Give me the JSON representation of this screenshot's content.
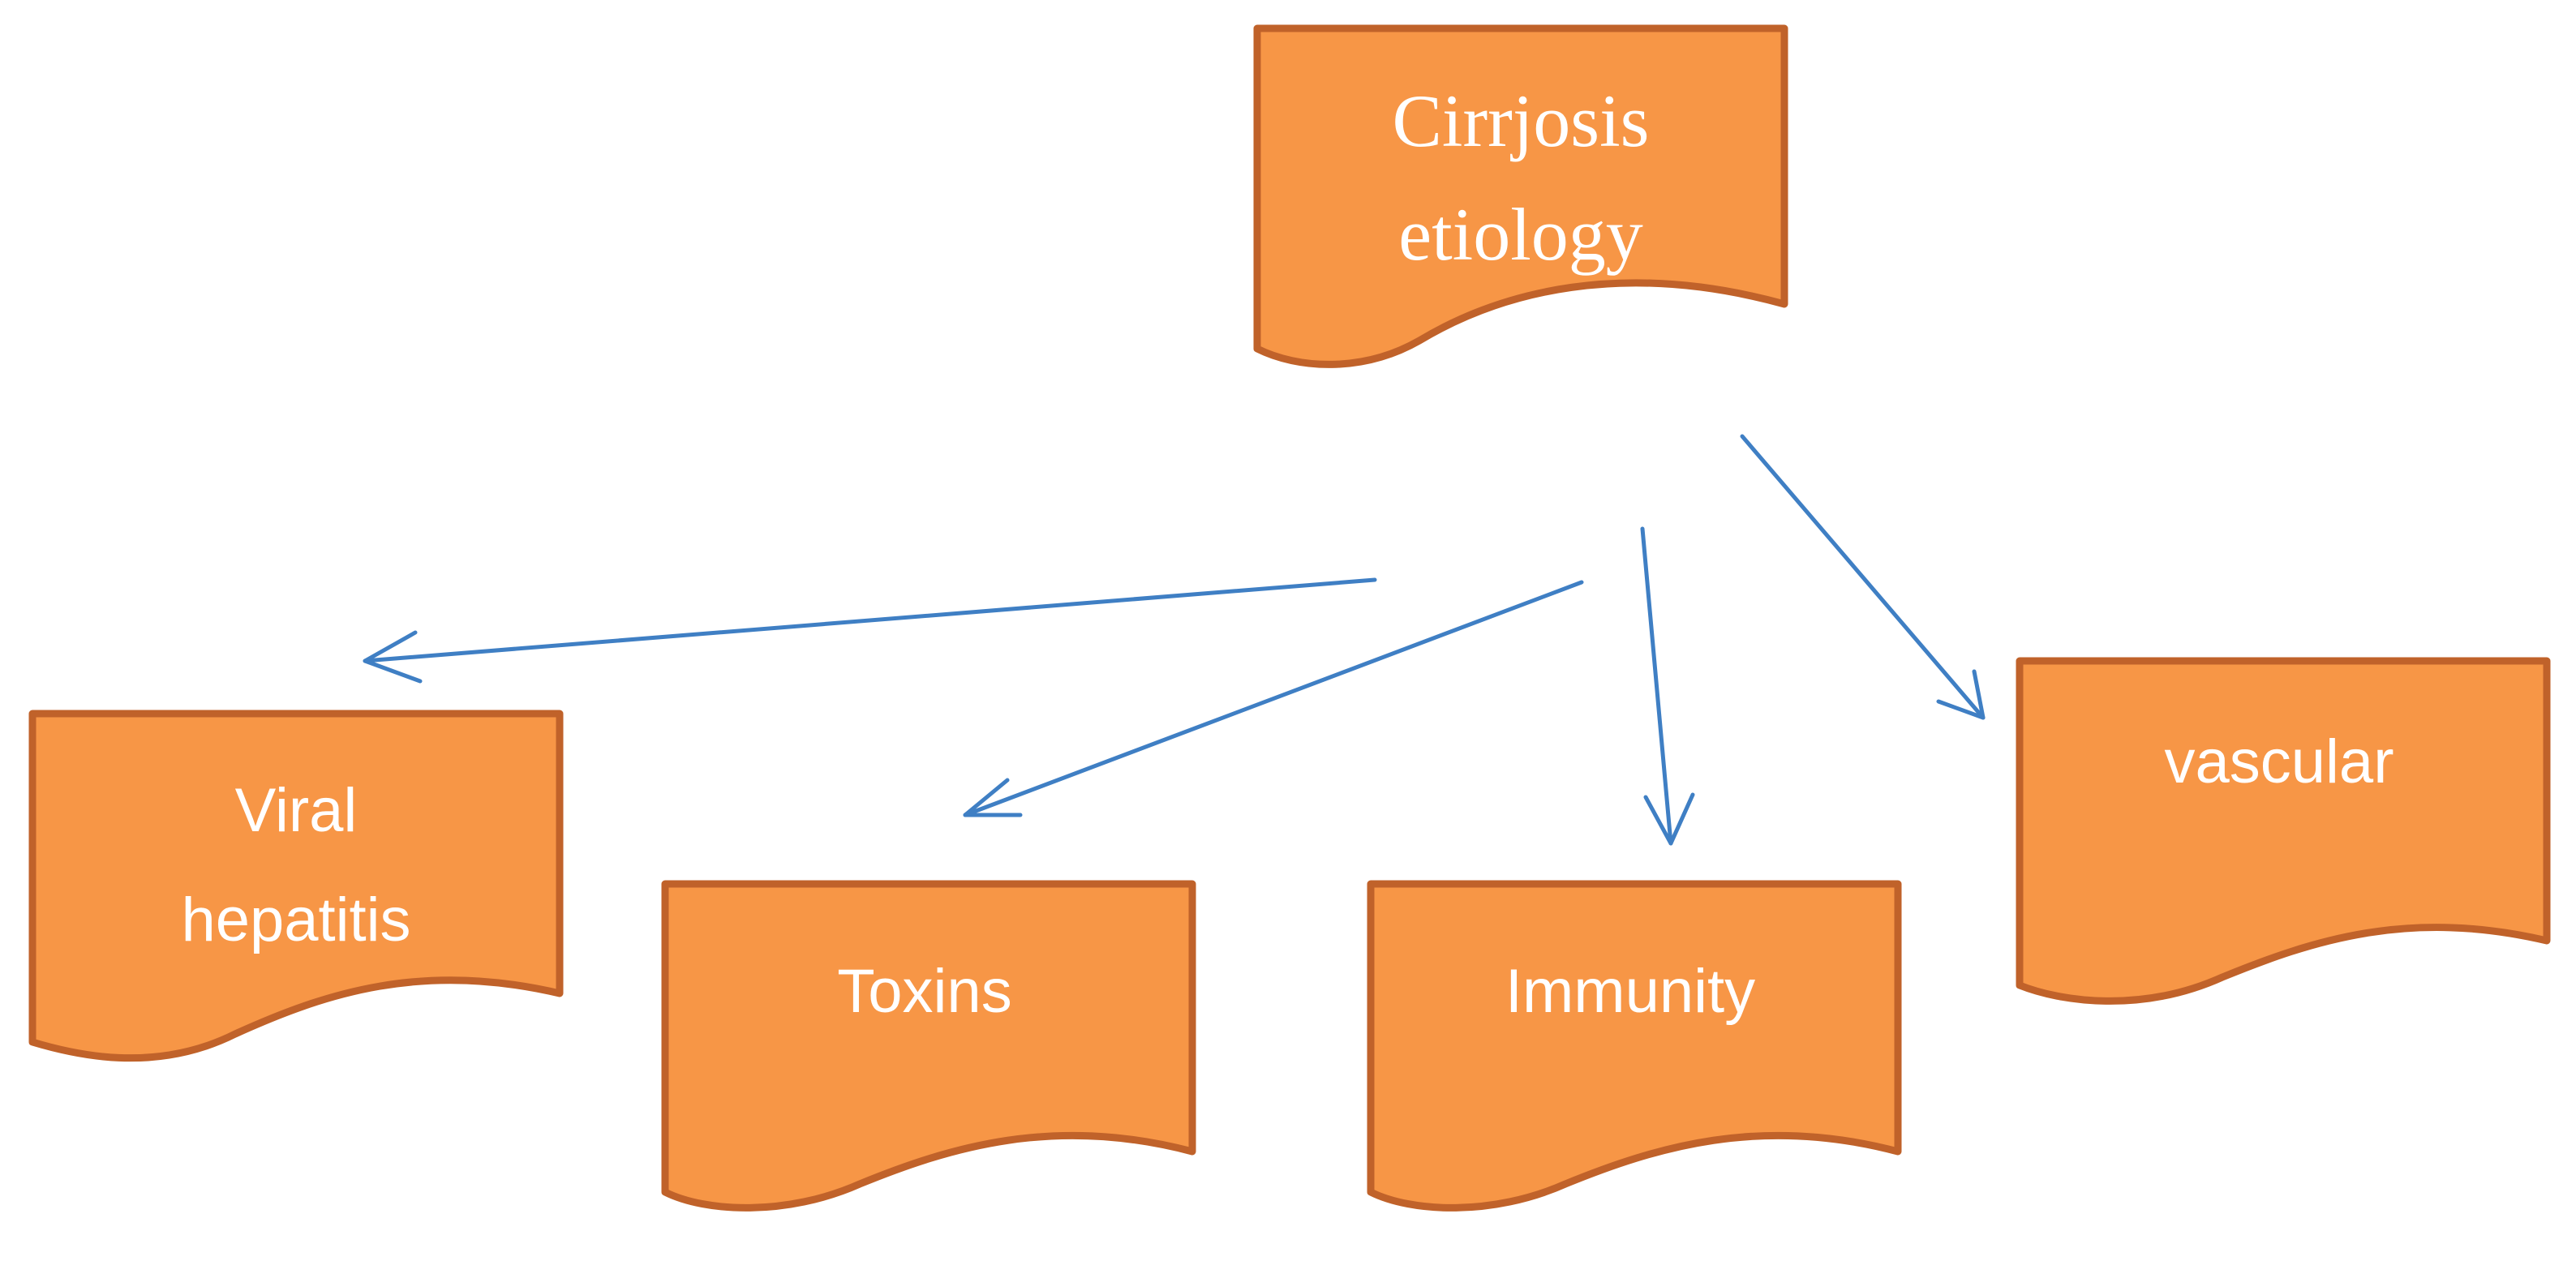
{
  "diagram": {
    "type": "hierarchy",
    "colors": {
      "node_fill": "#f79646",
      "node_border": "#c0622a",
      "node_text": "#ffffff",
      "arrow": "#3f7fc4"
    },
    "root": {
      "line1": "Cirrjosis",
      "line2": "etiology"
    },
    "children": {
      "viral": {
        "line1": "Viral",
        "line2": "hepatitis"
      },
      "toxins": {
        "label": "Toxins"
      },
      "immunity": {
        "label": "Immunity"
      },
      "vascular": {
        "label": "vascular"
      }
    },
    "edges": [
      {
        "from": "root",
        "to": "viral"
      },
      {
        "from": "root",
        "to": "toxins"
      },
      {
        "from": "root",
        "to": "immunity"
      },
      {
        "from": "root",
        "to": "vascular"
      }
    ]
  }
}
